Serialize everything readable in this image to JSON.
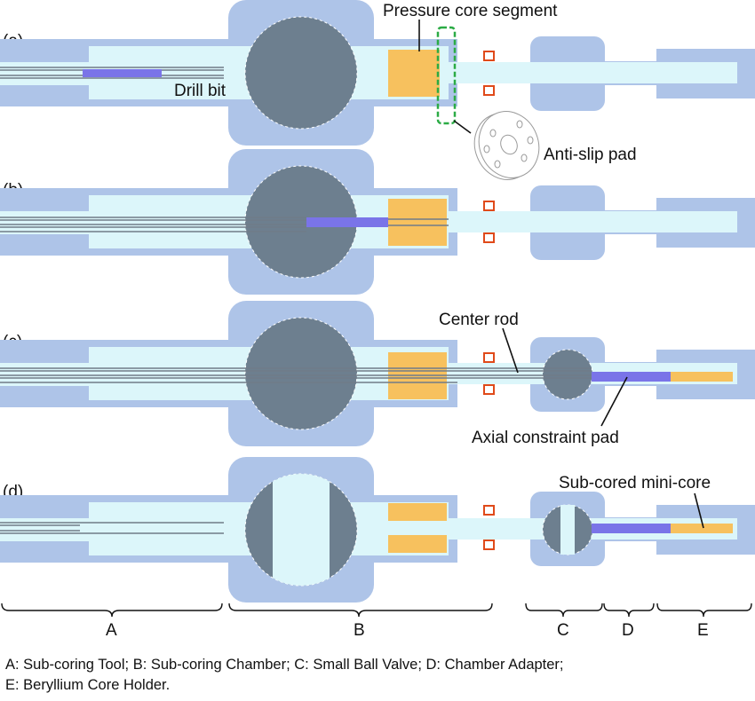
{
  "panels": [
    {
      "label": "(a)"
    },
    {
      "label": "(b)"
    },
    {
      "label": "(c)"
    },
    {
      "label": "(d)"
    }
  ],
  "annotations": {
    "pressure_core_segment": "Pressure core segment",
    "drill_bit": "Drill bit",
    "anti_slip_pad": "Anti-slip pad",
    "center_rod": "Center rod",
    "axial_constraint_pad": "Axial constraint pad",
    "sub_cored_mini_core": "Sub-cored mini-core"
  },
  "sections": [
    {
      "letter": "A"
    },
    {
      "letter": "B"
    },
    {
      "letter": "C"
    },
    {
      "letter": "D"
    },
    {
      "letter": "E"
    }
  ],
  "caption": {
    "line1": "A: Sub-coring Tool; B: Sub-coring Chamber; C: Small Ball Valve; D: Chamber Adapter;",
    "line2": "E: Beryllium Core Holder."
  },
  "colors": {
    "housing": "#aec4e8",
    "bore": "#dcf6fa",
    "ball": "#6d7f8f",
    "core": "#f7c15e",
    "pad": "#7a74e8",
    "rod": "#707c88",
    "clamp": "#e04a1a",
    "highlight": "#2bab45"
  }
}
